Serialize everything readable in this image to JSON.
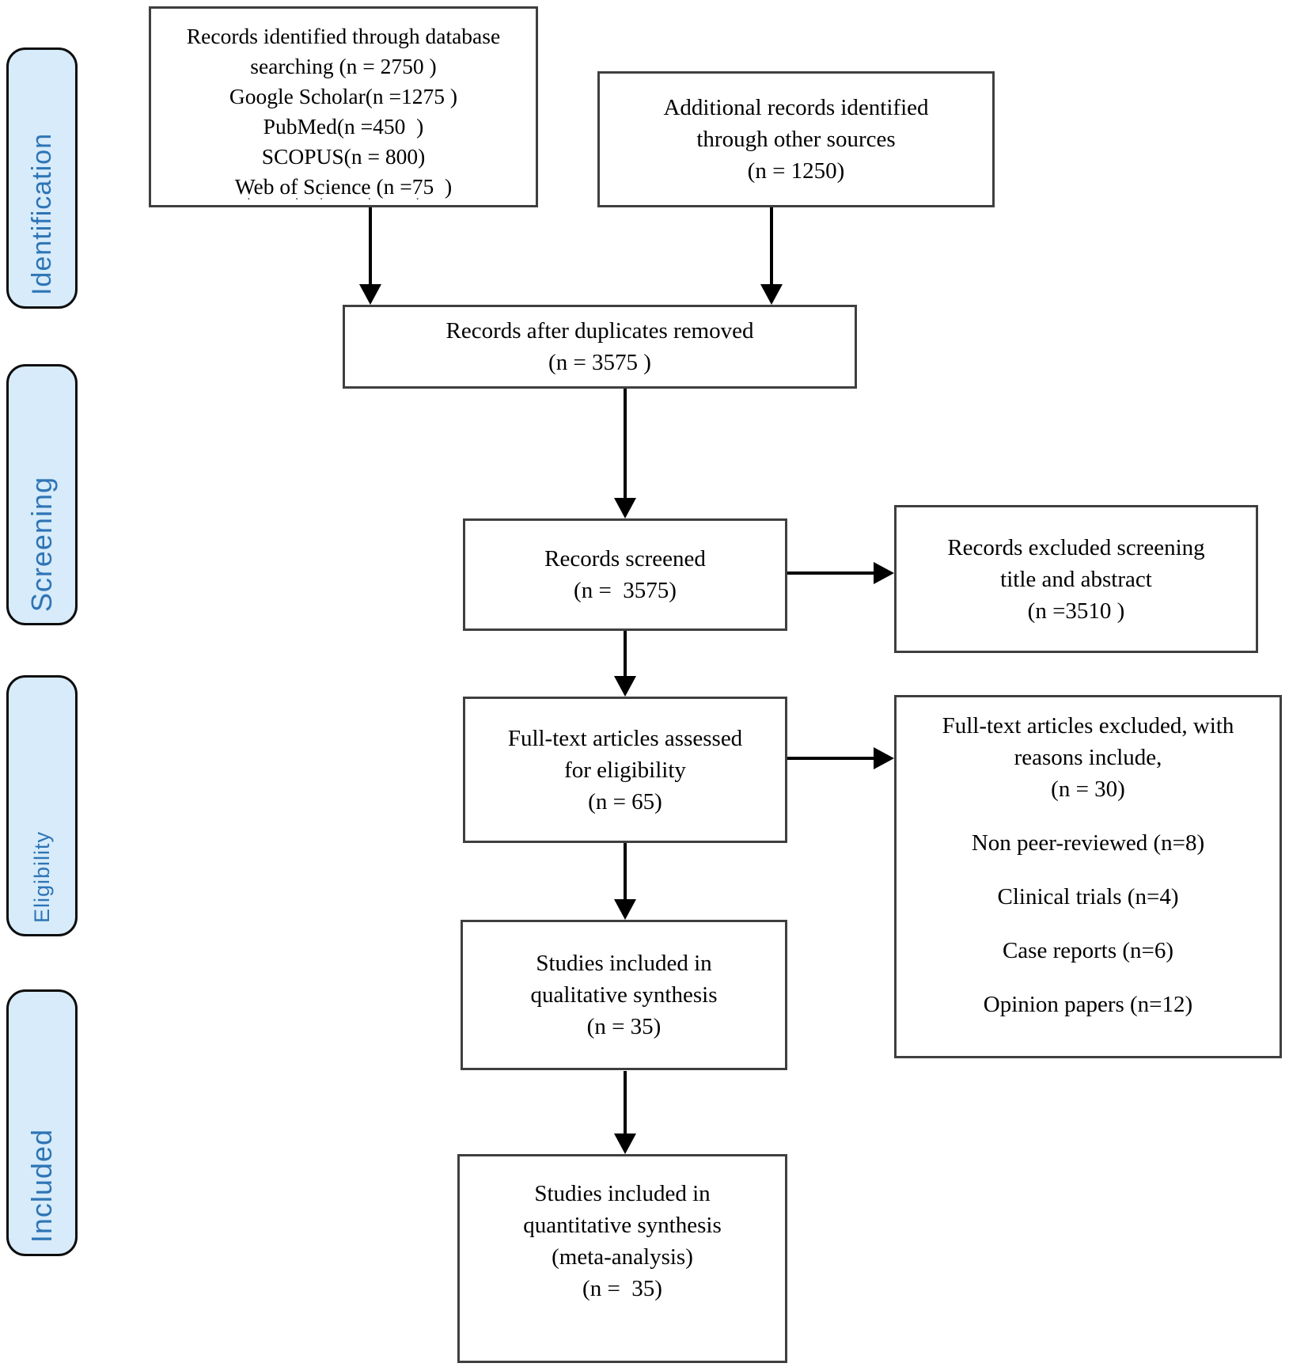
{
  "diagram": {
    "type": "prisma-flow-diagram",
    "colors": {
      "stage_fill": "#d7ebfa",
      "stage_text": "#2e75b6",
      "stage_border": "#0d0d0d",
      "box_border": "#3f3f3f",
      "box_text": "#000000",
      "arrow": "#000000",
      "background": "#ffffff"
    },
    "stages": {
      "identification": "Identification",
      "screening": "Screening",
      "eligibility": "Eligibility",
      "included": "Included"
    },
    "boxes": {
      "db_search": {
        "lines": [
          "Records identified through database",
          "searching (n = 2750 )",
          "Google Scholar(n =1275 )",
          "PubMed(n =450  )",
          "SCOPUS(n = 800)",
          "Web of Science (n =75  )"
        ],
        "clipped_line": "· ·· · ·"
      },
      "other_sources": {
        "lines": [
          "Additional records identified",
          "through other sources",
          "(n = 1250)"
        ]
      },
      "dedup": {
        "lines": [
          "Records after duplicates removed",
          "(n = 3575 )"
        ]
      },
      "screened": {
        "lines": [
          "Records screened",
          "(n =  3575)"
        ]
      },
      "excluded_screening": {
        "lines": [
          "Records excluded screening",
          "title and abstract",
          "(n =3510 )"
        ]
      },
      "fulltext": {
        "lines": [
          "Full-text articles assessed",
          "for eligibility",
          "(n = 65)"
        ]
      },
      "fulltext_excluded": {
        "heading": [
          "Full-text articles excluded, with",
          "reasons include,",
          "(n = 30)"
        ],
        "reasons": [
          "Non peer-reviewed (n=8)",
          "Clinical trials (n=4)",
          "Case reports (n=6)",
          "Opinion papers (n=12)"
        ]
      },
      "qualitative": {
        "lines": [
          "Studies included in",
          "qualitative synthesis",
          "(n = 35)"
        ]
      },
      "quantitative": {
        "lines": [
          "Studies included in",
          "quantitative synthesis",
          "(meta-analysis)",
          "(n =  35)"
        ]
      }
    }
  }
}
